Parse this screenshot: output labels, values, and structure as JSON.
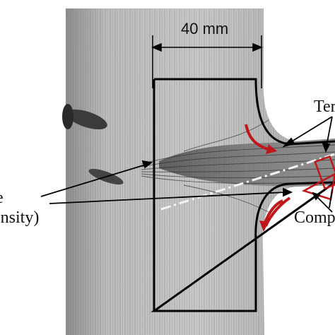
{
  "figure": {
    "dimension_label": "40 mm",
    "tension_label": "Ter",
    "zone_label_line1": "ne",
    "zone_label_line2": "ensity)",
    "compression_label": "Comp"
  },
  "colors": {
    "wood_light": "#cfcfcf",
    "wood_dark": "#7a7a7a",
    "outline": "#000000",
    "flow_arrow": "#c0161a",
    "centerline": "#f4f4f4"
  }
}
